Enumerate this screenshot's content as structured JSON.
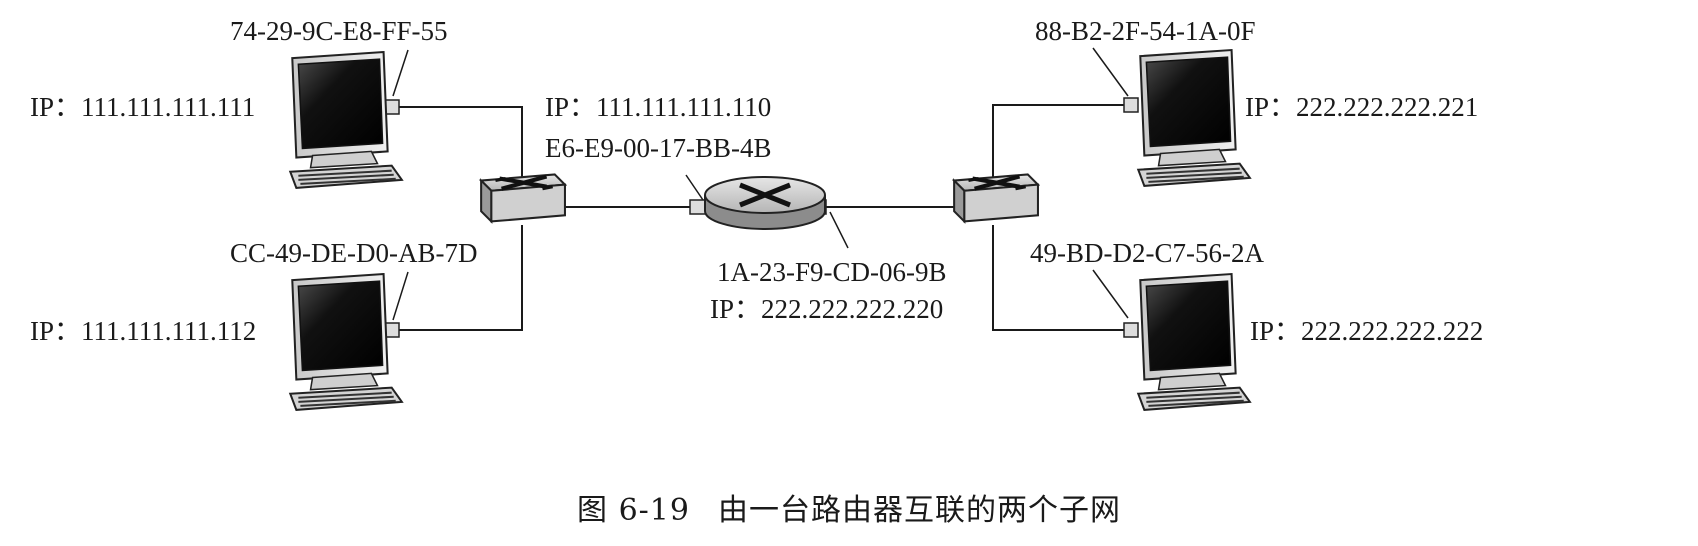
{
  "hosts": [
    {
      "id": "host-1",
      "mac": "74-29-9C-E8-FF-55",
      "ip_label": "IP：",
      "ip": "111.111.111.111"
    },
    {
      "id": "host-2",
      "mac": "CC-49-DE-D0-AB-7D",
      "ip_label": "IP：",
      "ip": "111.111.111.112"
    },
    {
      "id": "host-3",
      "mac": "88-B2-2F-54-1A-0F",
      "ip_label": "IP：",
      "ip": "222.222.222.221"
    },
    {
      "id": "host-4",
      "mac": "49-BD-D2-C7-56-2A",
      "ip_label": "IP：",
      "ip": "222.222.222.222"
    }
  ],
  "router": {
    "left_interface": {
      "ip_label": "IP：",
      "ip": "111.111.111.110",
      "mac": "E6-E9-00-17-BB-4B"
    },
    "right_interface": {
      "mac": "1A-23-F9-CD-06-9B",
      "ip_label": "IP：",
      "ip": "222.222.222.220"
    }
  },
  "caption": {
    "number": "图 6-19",
    "text": "由一台路由器互联的两个子网"
  },
  "colors": {
    "line": "#1a1a1a",
    "device_dark": "#1c1c1c",
    "device_light": "#d9d9d9",
    "screen": "#0f0f0f"
  }
}
